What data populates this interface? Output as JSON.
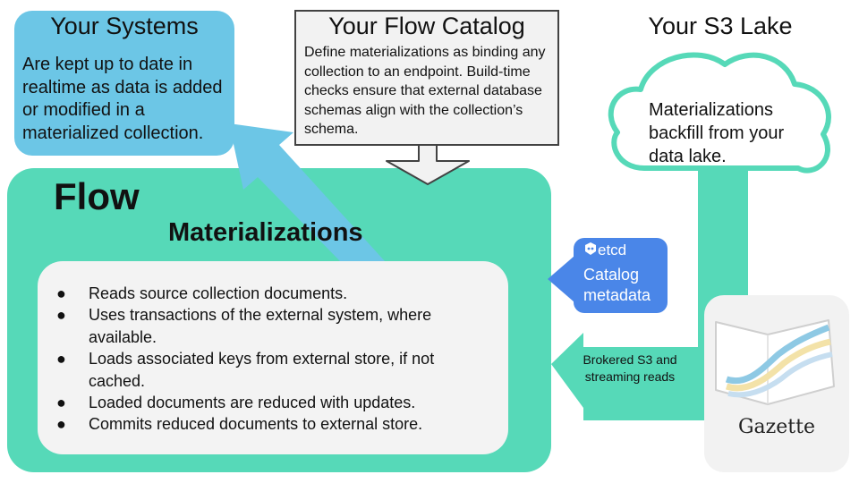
{
  "systems": {
    "title": "Your Systems",
    "body": "Are kept up to date in realtime as data is added or modified in a materialized collection."
  },
  "catalog": {
    "title": "Your Flow Catalog",
    "body": "Define materializations as binding any collection to an endpoint. Build-time checks ensure that external database schemas align with the collection’s schema."
  },
  "lake": {
    "title": "Your S3 Lake",
    "body": "Materializations backfill from your data lake."
  },
  "flow": {
    "title": "Flow",
    "subtitle": "Materializations",
    "bullets": [
      "Reads source collection documents.",
      "Uses transactions of the external system, where available.",
      "Loads associated keys from external store, if not cached.",
      "Loaded documents are reduced with updates.",
      "Commits reduced documents to external store."
    ],
    "bullet_glyph": "●"
  },
  "etcd": {
    "logo_text": "etcd",
    "body": "Catalog metadata"
  },
  "brokered": {
    "text": "Brokered S3 and streaming reads"
  },
  "gazette": {
    "label": "Gazette"
  },
  "colors": {
    "teal": "#56d9b8",
    "blue": "#6cc6e6",
    "gray": "#f2f2f2",
    "etcd_blue": "#4a86e8",
    "dark": "#424242"
  },
  "icons": [
    "etcd-logo-icon",
    "gazette-chart-icon"
  ]
}
